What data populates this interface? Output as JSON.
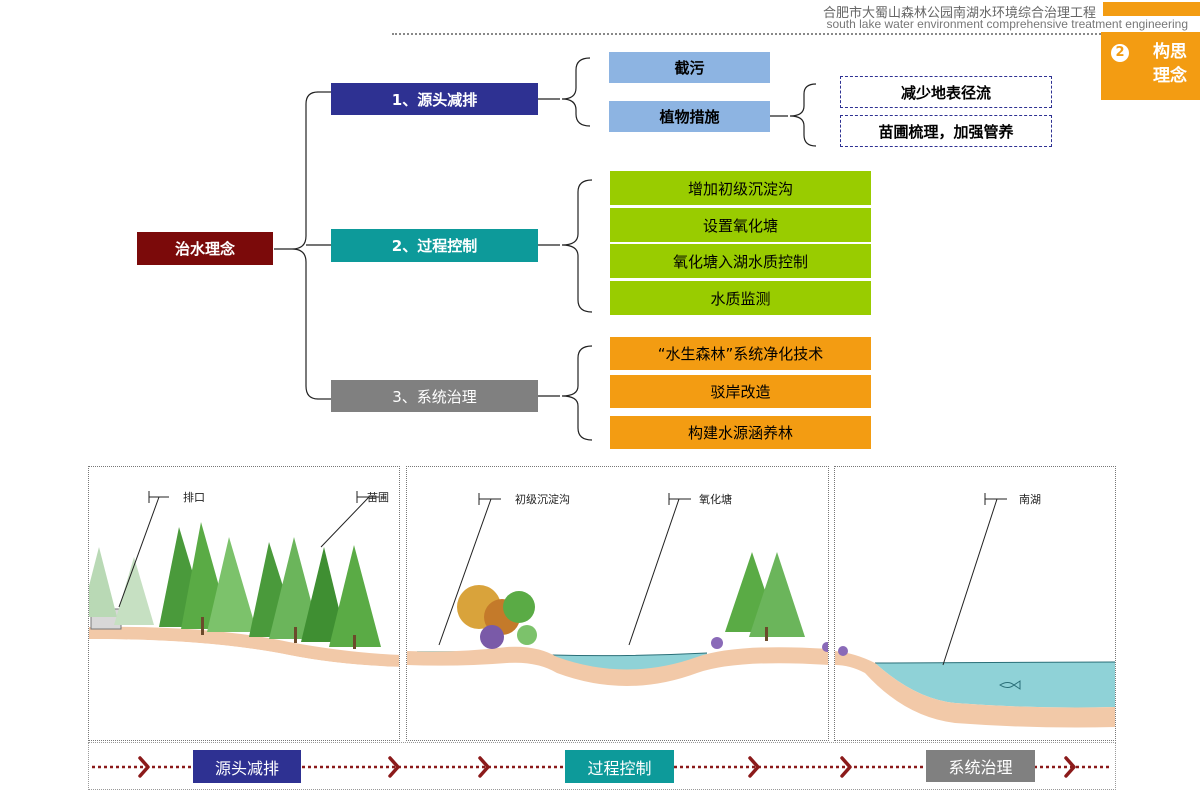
{
  "header": {
    "title_cn": "合肥市大蜀山森林公园南湖水环境综合治理工程",
    "title_en": "south lake water environment comprehensive treatment engineering"
  },
  "badge": {
    "number": "2",
    "text": "构思理念"
  },
  "tree": {
    "root": "治水理念",
    "categories": [
      {
        "label": "1、源头减排",
        "items": [
          "截污",
          "植物措施"
        ],
        "sub_items": [
          "减少地表径流",
          "苗圃梳理，加强管养"
        ]
      },
      {
        "label": "2、过程控制",
        "items": [
          "增加初级沉淀沟",
          "设置氧化塘",
          "氧化塘入湖水质控制",
          "水质监测"
        ]
      },
      {
        "label": "3、系统治理",
        "items": [
          "“水生森林”系统净化技术",
          "驳岸改造",
          "构建水源涵养林"
        ]
      }
    ]
  },
  "illustration": {
    "annotations": [
      "排口",
      "苗圃",
      "初级沉淀沟",
      "氧化塘",
      "南湖"
    ],
    "stages": [
      "源头减排",
      "过程控制",
      "系统治理"
    ]
  },
  "colors": {
    "root": "#7b0a0a",
    "cat1": "#2e3192",
    "cat2": "#0d9a9a",
    "cat3": "#808080",
    "blue": "#8db4e2",
    "green": "#99cc00",
    "orange": "#f39c12",
    "arrow": "#8b1a1a"
  }
}
